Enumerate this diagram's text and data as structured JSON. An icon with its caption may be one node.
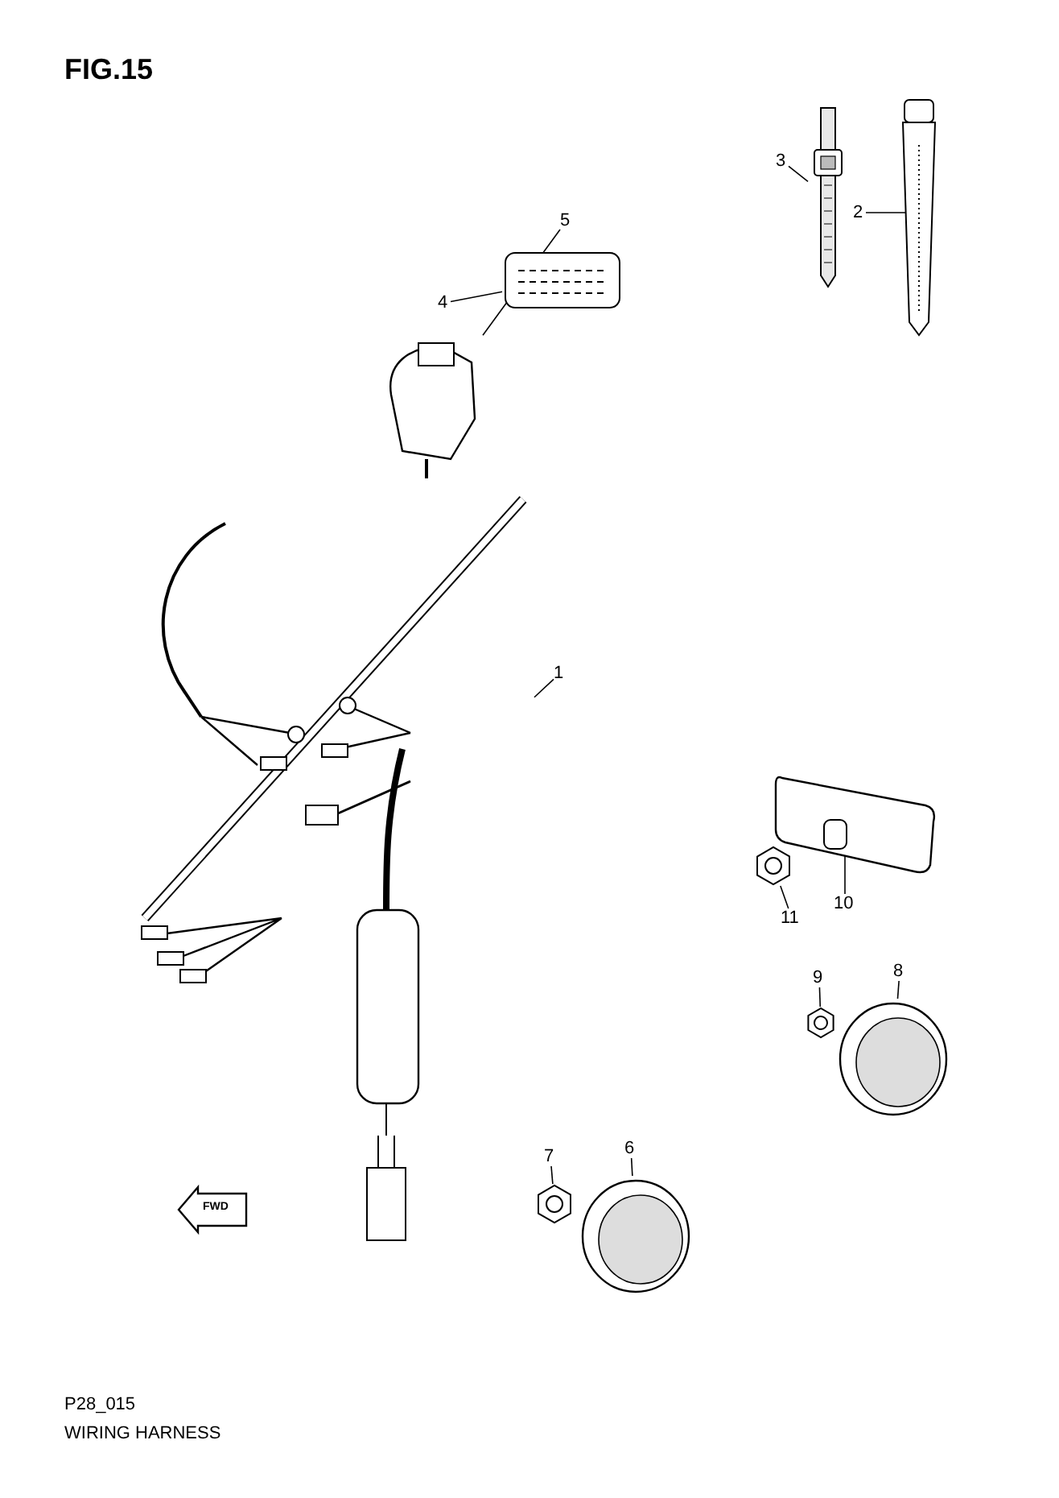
{
  "diagram": {
    "title": "FIG.15",
    "caption": "WIRING HARNESS",
    "nodes": [
      {
        "text": [
          "1"
        ]
      },
      {
        "text": [
          "2"
        ]
      },
      {
        "text": [
          "3"
        ]
      },
      {
        "text": [
          "4"
        ]
      },
      {
        "text": [
          "5"
        ]
      },
      {
        "text": [
          "6"
        ]
      },
      {
        "text": [
          "7"
        ]
      },
      {
        "text": [
          "8"
        ]
      },
      {
        "text": [
          "9"
        ]
      },
      {
        "text": [
          "10"
        ]
      },
      {
        "text": [
          "11"
        ]
      },
      {
        "text": [],
        "shape": "picture"
      },
      {
        "text": [],
        "shape": "picture"
      },
      {
        "text": [],
        "shape": "picture"
      },
      {
        "text": [],
        "shape": "picture"
      },
      {
        "text": [],
        "shape": "picture"
      },
      {
        "text": [],
        "shape": "picture"
      },
      {
        "text": [],
        "shape": "picture"
      },
      {
        "text": [],
        "shape": "picture"
      },
      {
        "text": [],
        "shape": "picture"
      },
      {
        "text": [],
        "shape": "picture"
      },
      {
        "text": [],
        "shape": "picture"
      }
    ],
    "edges": [
      {
        "from": 0,
        "to": 11,
        "arrow": "none"
      },
      {
        "from": 1,
        "to": 12,
        "arrow": "none"
      },
      {
        "from": 2,
        "to": 13,
        "arrow": "none"
      },
      {
        "from": 3,
        "to": 14,
        "arrow": "none"
      },
      {
        "from": 4,
        "to": 15,
        "arrow": "none"
      },
      {
        "from": 5,
        "to": 16,
        "arrow": "none"
      },
      {
        "from": 6,
        "to": 17,
        "arrow": "none"
      },
      {
        "from": 7,
        "to": 18,
        "arrow": "none"
      },
      {
        "from": 8,
        "to": 19,
        "arrow": "none"
      },
      {
        "from": 9,
        "to": 20,
        "arrow": "none"
      },
      {
        "from": 10,
        "to": 21,
        "arrow": "none"
      }
    ],
    "labels": [
      "FWD",
      "P28_015"
    ]
  }
}
